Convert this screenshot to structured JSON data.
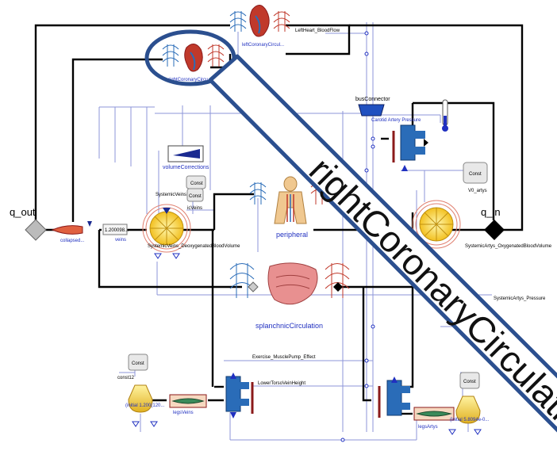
{
  "diagram": {
    "port_out": "q_out",
    "port_in": "q_in",
    "callout": "rightCoronaryCirculation",
    "components": {
      "left_coronary": "leftCoronaryCircul...",
      "left_heart_flow": "LeftHeart_BloodFlow",
      "right_coronary": "rightCoronaryCircu...",
      "bus_connector": "busConnector",
      "carotid_pressure": "Carotid Artery Pressure",
      "volume_correction": "volumeCorrections",
      "const_1": "Const",
      "const_2": "Const",
      "const_3": "Const",
      "const_4": "Const",
      "const_5": "Const",
      "const12": "const12",
      "v0_artys": "V0_artys",
      "systemic_veins": "SystemicVeins",
      "ic_veins": "icVeins",
      "peripheral": "peripheral",
      "splanchnic": "splanchnicCirculation",
      "collapsed": "collapsed...",
      "veins_value": "1.200098...",
      "veins": "veins",
      "systemic_veins_deoxy": "SystemicVeins_DeoxygenatedBloodVolume",
      "systemic_artys_oxy": "SystemicArtys_OxygenatedBloodVolume",
      "systemic_artys_pressure": "SystemicArtys_Pressure",
      "exercise": "Exercise_MusclePump_Effect",
      "lower_torso": "LowerTorsoVeinHeight",
      "legs_veins": "legsVeins",
      "legs_artys": "legsArtys",
      "initial_left": "(initial 1.200(120...",
      "initial_right": "(initial 5.8094e-0..."
    }
  },
  "colors": {
    "wire": "#000000",
    "signal": "#2030c0",
    "thin": "#8c96d8",
    "callout": "#2b4f8f",
    "valve": "#2a6cb8",
    "muscle_red": "#8b1a1a",
    "vessel_red": "#c0392b",
    "vessel_blue": "#2a6cb8"
  }
}
